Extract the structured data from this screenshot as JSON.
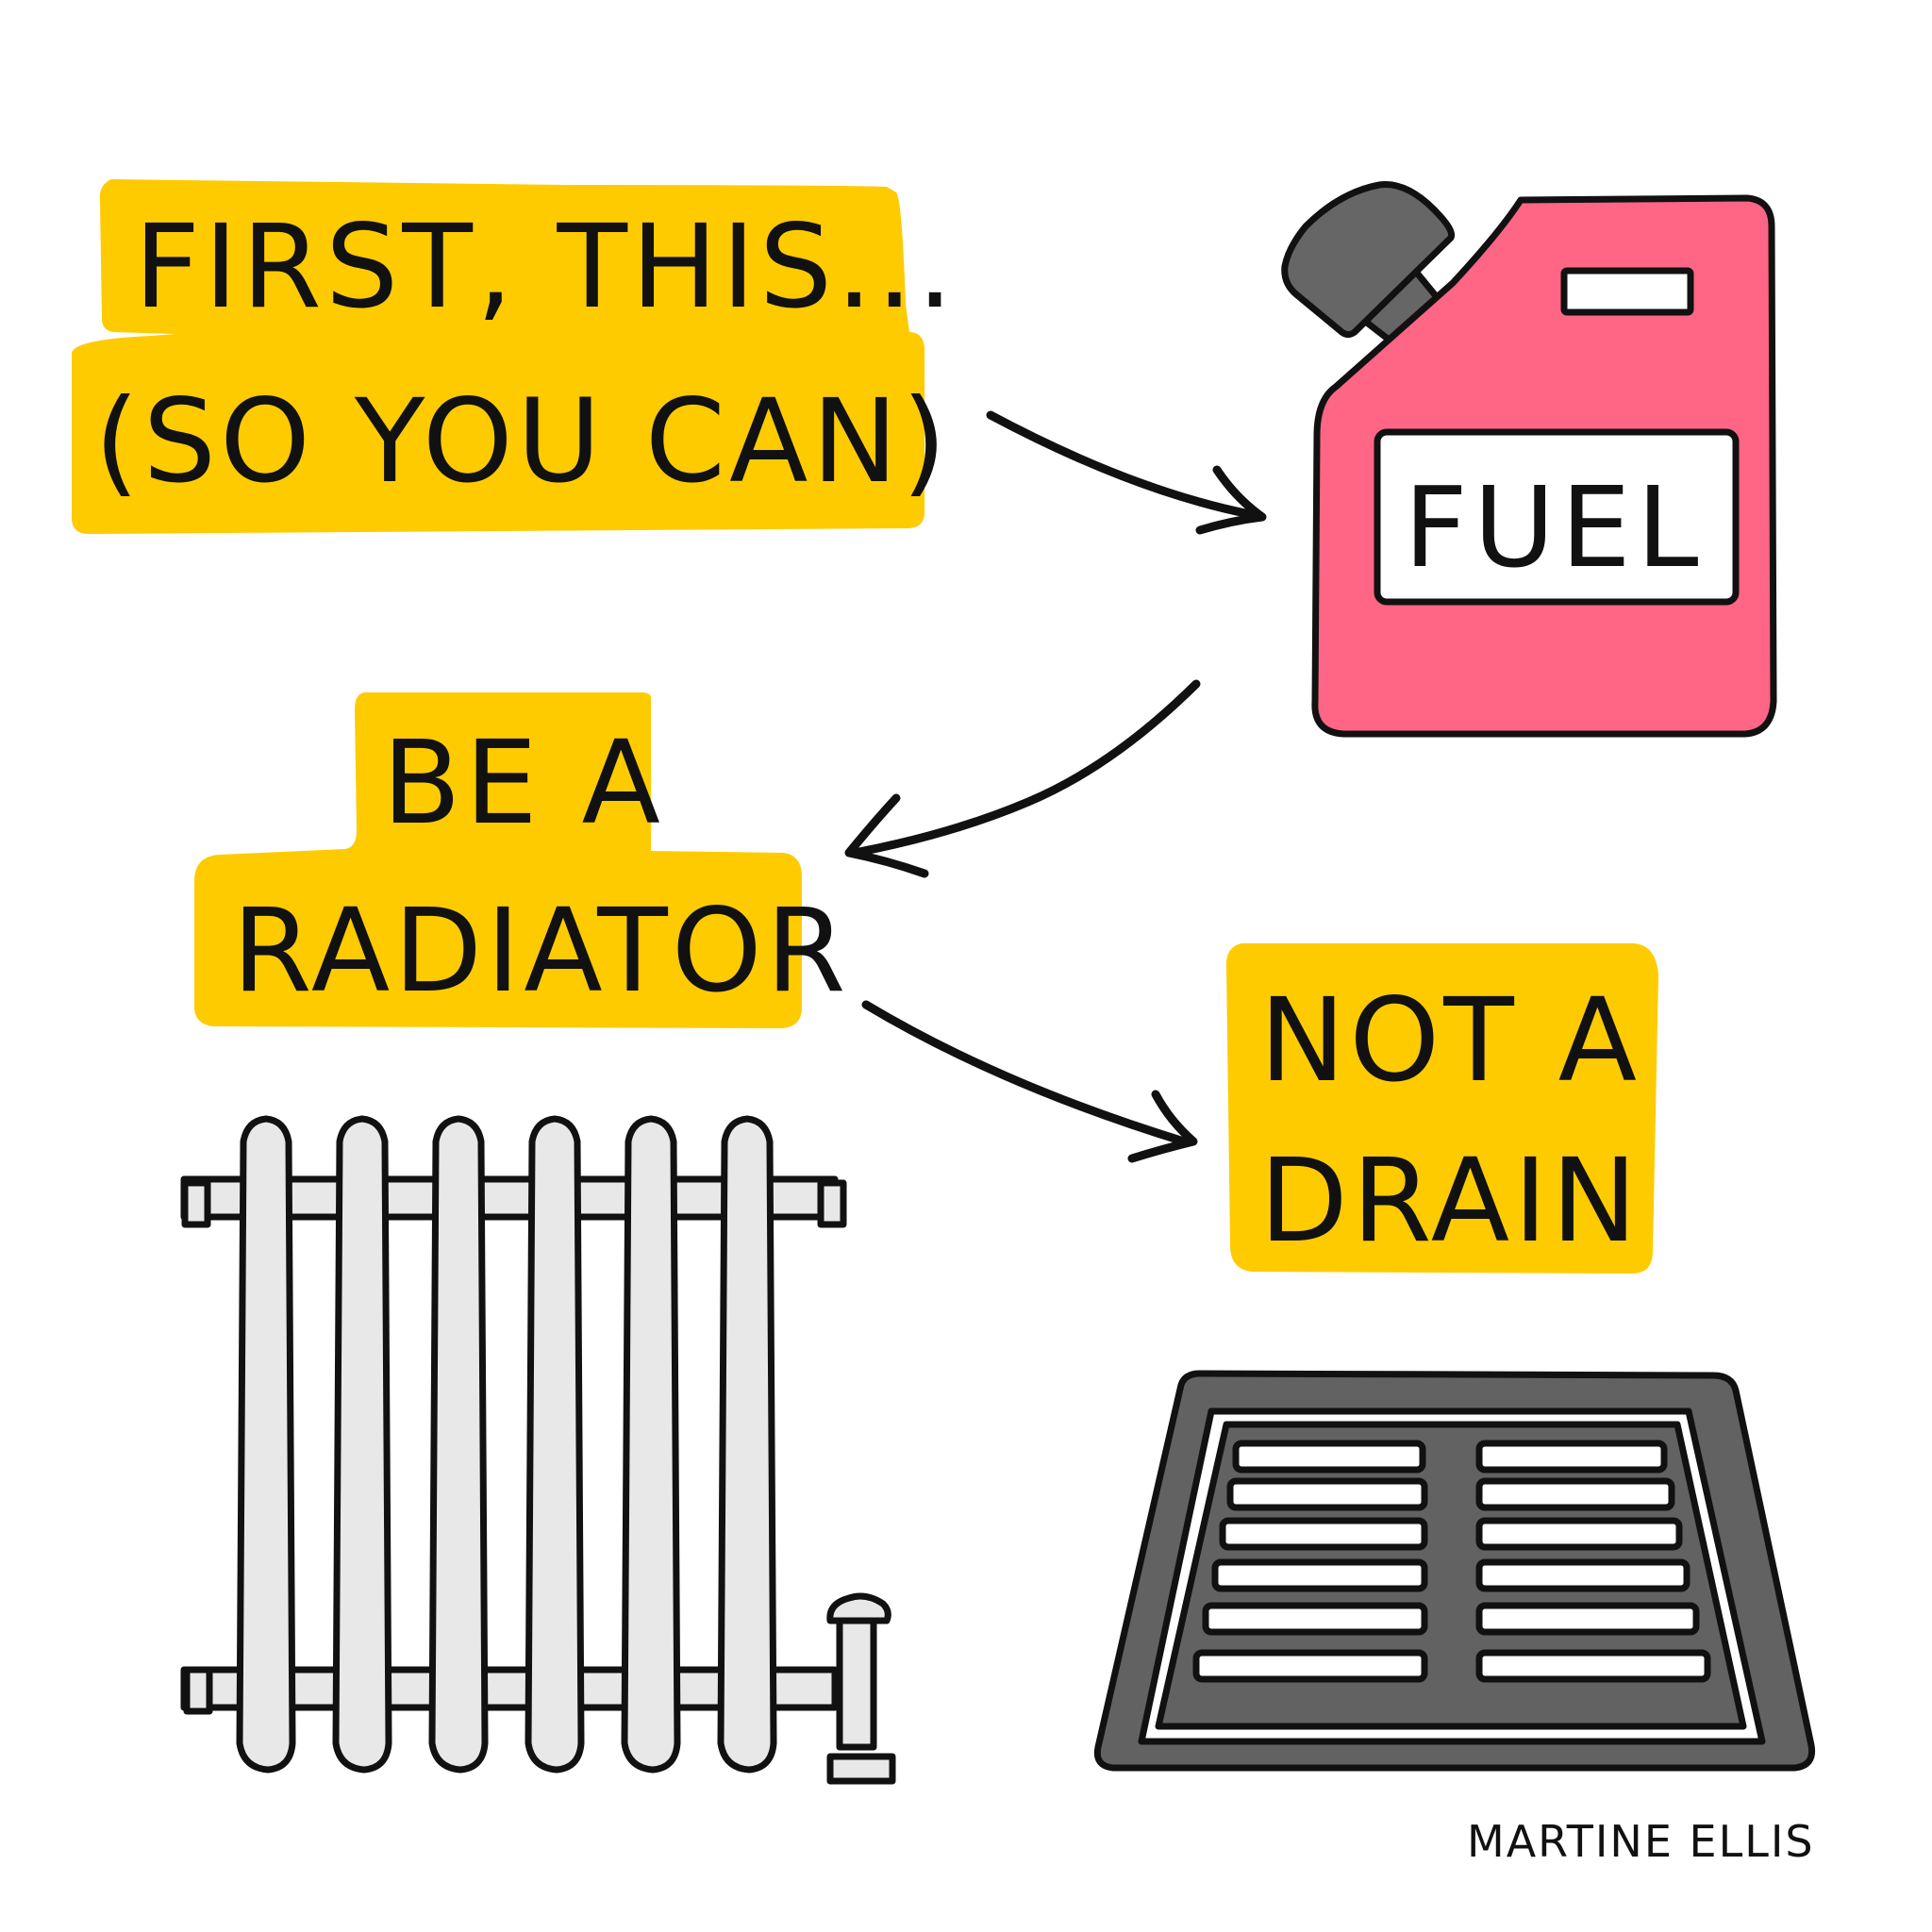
{
  "labels": {
    "first_line1": "FIRST, THIS...",
    "first_line2": "(SO YOU CAN)",
    "be_line1": "BE A",
    "be_line2": "RADIATOR",
    "not_line1": "NOT A",
    "not_line2": "DRAIN"
  },
  "can": {
    "label": "FUEL"
  },
  "credit": "MARTINE ELLIS",
  "colors": {
    "highlight": "#fecb00",
    "can_body": "#ff6584",
    "can_cap": "#666666",
    "radiator": "#e8e8e8",
    "drain": "#626262",
    "ink": "#111111"
  },
  "icons": {
    "can": "fuel-can-icon",
    "radiator": "radiator-icon",
    "drain": "drain-grate-icon"
  }
}
